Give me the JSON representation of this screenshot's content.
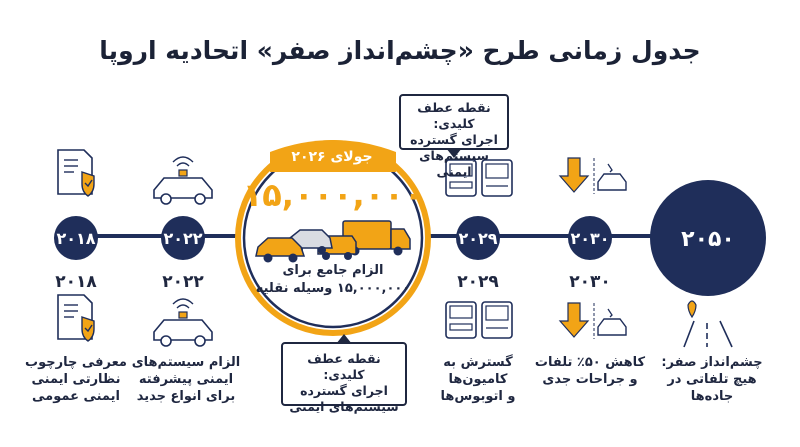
{
  "title": "جدول زمانی طرح «چشم‌انداز صفر» اتحادیه اروپا",
  "center": {
    "date": "جولای ۲۰۲۶",
    "big_number": "۱۵,۰۰۰,۰۰۰",
    "text_line1": "الزام جامع برای",
    "text_line2": "۱۵,۰۰۰,۰۰۰ وسیله نقلیه"
  },
  "nodes": [
    {
      "year": "۲۰۱۸",
      "below_year": "۲۰۱۸",
      "desc": [
        "معرفی چارچوب",
        "نظارتی ایمنی",
        "ایمنی عمومی"
      ]
    },
    {
      "year": "۲۰۲۲",
      "below_year": "۲۰۲۲",
      "desc": [
        "الزام سیستم‌های",
        "ایمنی پیشرفته",
        "برای انواع جدید"
      ]
    },
    {
      "year": "۲۰۲۹",
      "below_year": "۲۰۲۹",
      "desc": [
        "گسترش به",
        "کامیون‌ها",
        "و اتوبوس‌ها"
      ]
    },
    {
      "year": "۲۰۳۰",
      "below_year": "۲۰۳۰",
      "desc": [
        "کاهش ۵۰٪ تلفات",
        "و جراحات جدی"
      ]
    },
    {
      "year": "۲۰۵۰",
      "desc": [
        "چشم‌انداز صفر:",
        "هیچ تلفاتی در",
        "جاده‌ها"
      ]
    }
  ],
  "callout_top": [
    "نقطه عطف کلیدی:",
    "اجرای گسترده",
    "سیستم‌های ایمنی"
  ],
  "callout_bottom": [
    "نقطه عطف کلیدی:",
    "اجرای گسترده",
    "سیستم‌های ایمنی"
  ],
  "colors": {
    "navy": "#1f2e5a",
    "gold": "#f2a416",
    "line": "#1f2e5a"
  },
  "icons": [
    "document-shield-icon",
    "connected-car-icon",
    "truck-bus-icon",
    "down-arrow-crash-icon",
    "road-icon",
    "vehicles-icon"
  ]
}
